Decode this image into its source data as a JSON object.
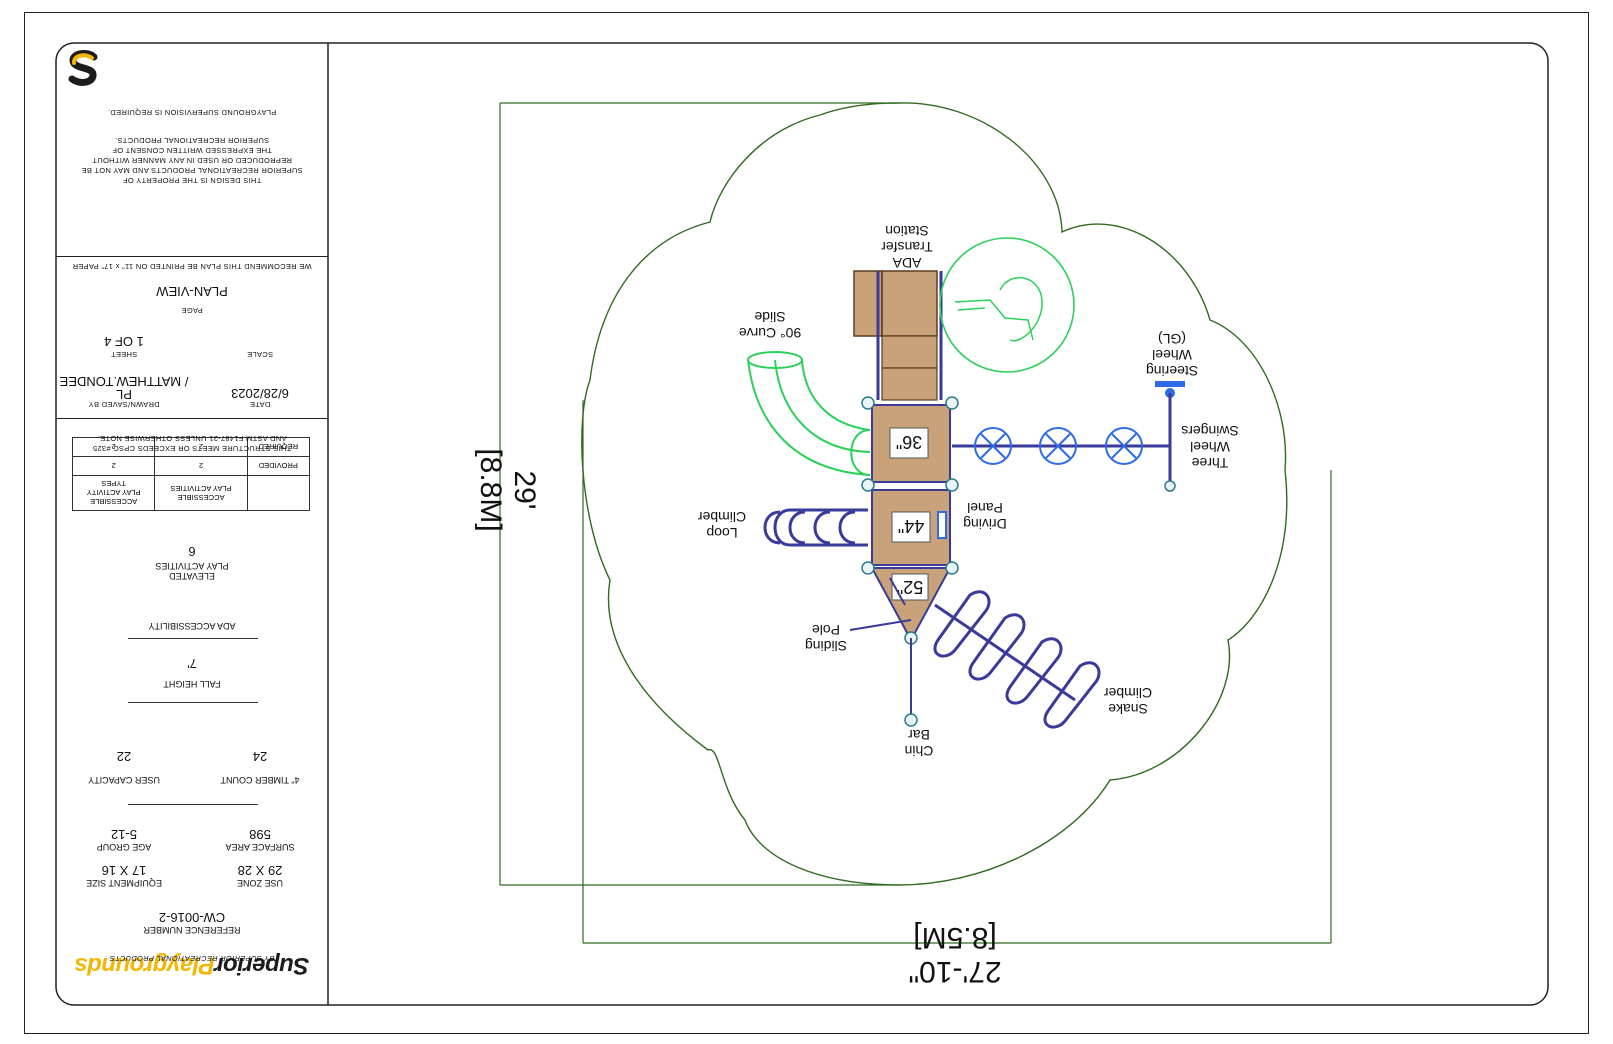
{
  "title_block": {
    "supervision_note": "PLAYGROUND SUPERVISION IS REQUIRED.",
    "property_note": "THIS DESIGN IS THE PROPERTY OF\nSUPERIOR RECREATIONAL PRODUCTS AND MAY NOT BE\nREPRODUCED OR USED IN ANY MANNER WITHOUT\nTHE EXPRESSED WRITTEN CONSENT OF\nSUPERIOR RECREATIONAL PRODUCTS.",
    "print_note": "WE RECOMMEND THIS PLAN BE PRINTED ON 11\" x 17\" PAPER",
    "view_name": "PLAN-VIEW",
    "page_label": "PAGE",
    "sheet_label": "SHEET",
    "sheet_value": "1  OF    4",
    "scale_label": "SCALE",
    "drawn_by_label": "DRAWN/SAVED BY",
    "drawn_by_value": "PL\n/  MATTHEW.TONDEE",
    "date_label": "DATE",
    "date_value": "6/28/2023",
    "compliance_note": "THIS STRUCTURE MEETS OR EXCEEDS CPSC #325\nAND ASTM F1487-21 UNLESS OTHERWISE NOTE.",
    "ada_table": {
      "headers": [
        "",
        "ACCESSIBLE\nPLAY ACTIVITIES",
        "ACCESSIBLE\nPLAY ACTIVITY\nTYPES"
      ],
      "rows": [
        {
          "label": "PROVIDED",
          "activities": "2",
          "types": "2"
        },
        {
          "label": "REQUIRED",
          "activities": "2",
          "types": "2"
        }
      ]
    },
    "elevated_label": "ELEVATED\nPLAY ACTIVITIES",
    "elevated_value": "6",
    "ada_label": "ADA ACCESSIBILITY",
    "fall_height_label": "FALL HEIGHT",
    "fall_height_value": "7'",
    "user_capacity_label": "USER CAPACITY",
    "user_capacity_value": "22",
    "timber_count_label": "4\" TIMBER COUNT",
    "timber_count_value": "24",
    "age_group_label": "AGE GROUP",
    "age_group_value": "5-12",
    "surface_area_label": "SURFACE AREA",
    "surface_area_value": "598",
    "equipment_size_label": "EQUIPMENT SIZE",
    "equipment_size_value": "17 X 16",
    "use_zone_label": "USE ZONE",
    "use_zone_value": "29 X 28",
    "reference_label": "REFERENCE NUMBER",
    "reference_value": "CW-0016-2",
    "byline": "BY SUPERIOR RECREATIONAL PRODUCTS",
    "logo_word_1": "Superior",
    "logo_word_2": "Playgrounds"
  },
  "plan": {
    "labels": {
      "ada_transfer": [
        "ADA",
        "Transfer",
        "Station"
      ],
      "curve_slide": [
        "90° Curve",
        "Slide"
      ],
      "steering_wheel": [
        "Steering",
        "Wheel",
        "(GL)"
      ],
      "three_wheel": [
        "Three",
        "Wheel",
        "Swingers"
      ],
      "driving_panel": [
        "Driving",
        "Panel"
      ],
      "loop_climber": [
        "Loop",
        "Climber"
      ],
      "sliding_pole": [
        "Sliding",
        "Pole"
      ],
      "snake_climber": [
        "Snake",
        "Climber"
      ],
      "chin_bar": [
        "Chin",
        "Bar"
      ]
    },
    "deck_heights": [
      "36\"",
      "44\"",
      "52\""
    ],
    "dim_vertical": [
      "29'",
      "[8.8M]"
    ],
    "dim_horizontal": [
      "27'-10\"",
      "[8.5M]"
    ]
  },
  "colors": {
    "border": "#222222",
    "use_zone": "#2f6b1f",
    "posts": "#3a3a9a",
    "deck": "#c9a27a",
    "slide": "#2fd05a",
    "wheel": "#2e6be6",
    "brand_yellow": "#f2b705"
  }
}
